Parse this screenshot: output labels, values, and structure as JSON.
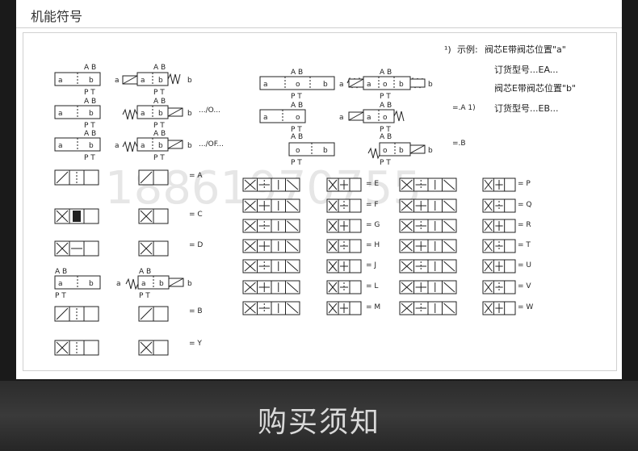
{
  "header": {
    "title": "机能符号"
  },
  "watermark": "18861970755",
  "notes": {
    "example_prefix": "示例:",
    "line1": "阀芯E带阀芯位置\"a\"",
    "line2": "订货型号...EA...",
    "line3": "阀芯E带阀芯位置\"b\"",
    "line4": "订货型号...EB..."
  },
  "ports": {
    "ab": "A B",
    "pt": "P T",
    "a": "a",
    "b": "b",
    "o": "o"
  },
  "suffixes": {
    "o": ".../O...",
    "of": ".../OF...",
    "a1": "=.A 1)",
    "dotb": "=.B",
    "paren": "¹)"
  },
  "codes": {
    "A": "= A",
    "C": "= C",
    "D": "= D",
    "B": "= B",
    "Y": "= Y",
    "E": "= E",
    "F": "= F",
    "G": "= G",
    "H": "= H",
    "J": "= J",
    "L": "= L",
    "M": "= M",
    "P": "= P",
    "Q": "= Q",
    "R": "= R",
    "T": "= T",
    "U": "= U",
    "V": "= V",
    "W": "= W"
  },
  "footer": {
    "title": "购买须知"
  }
}
